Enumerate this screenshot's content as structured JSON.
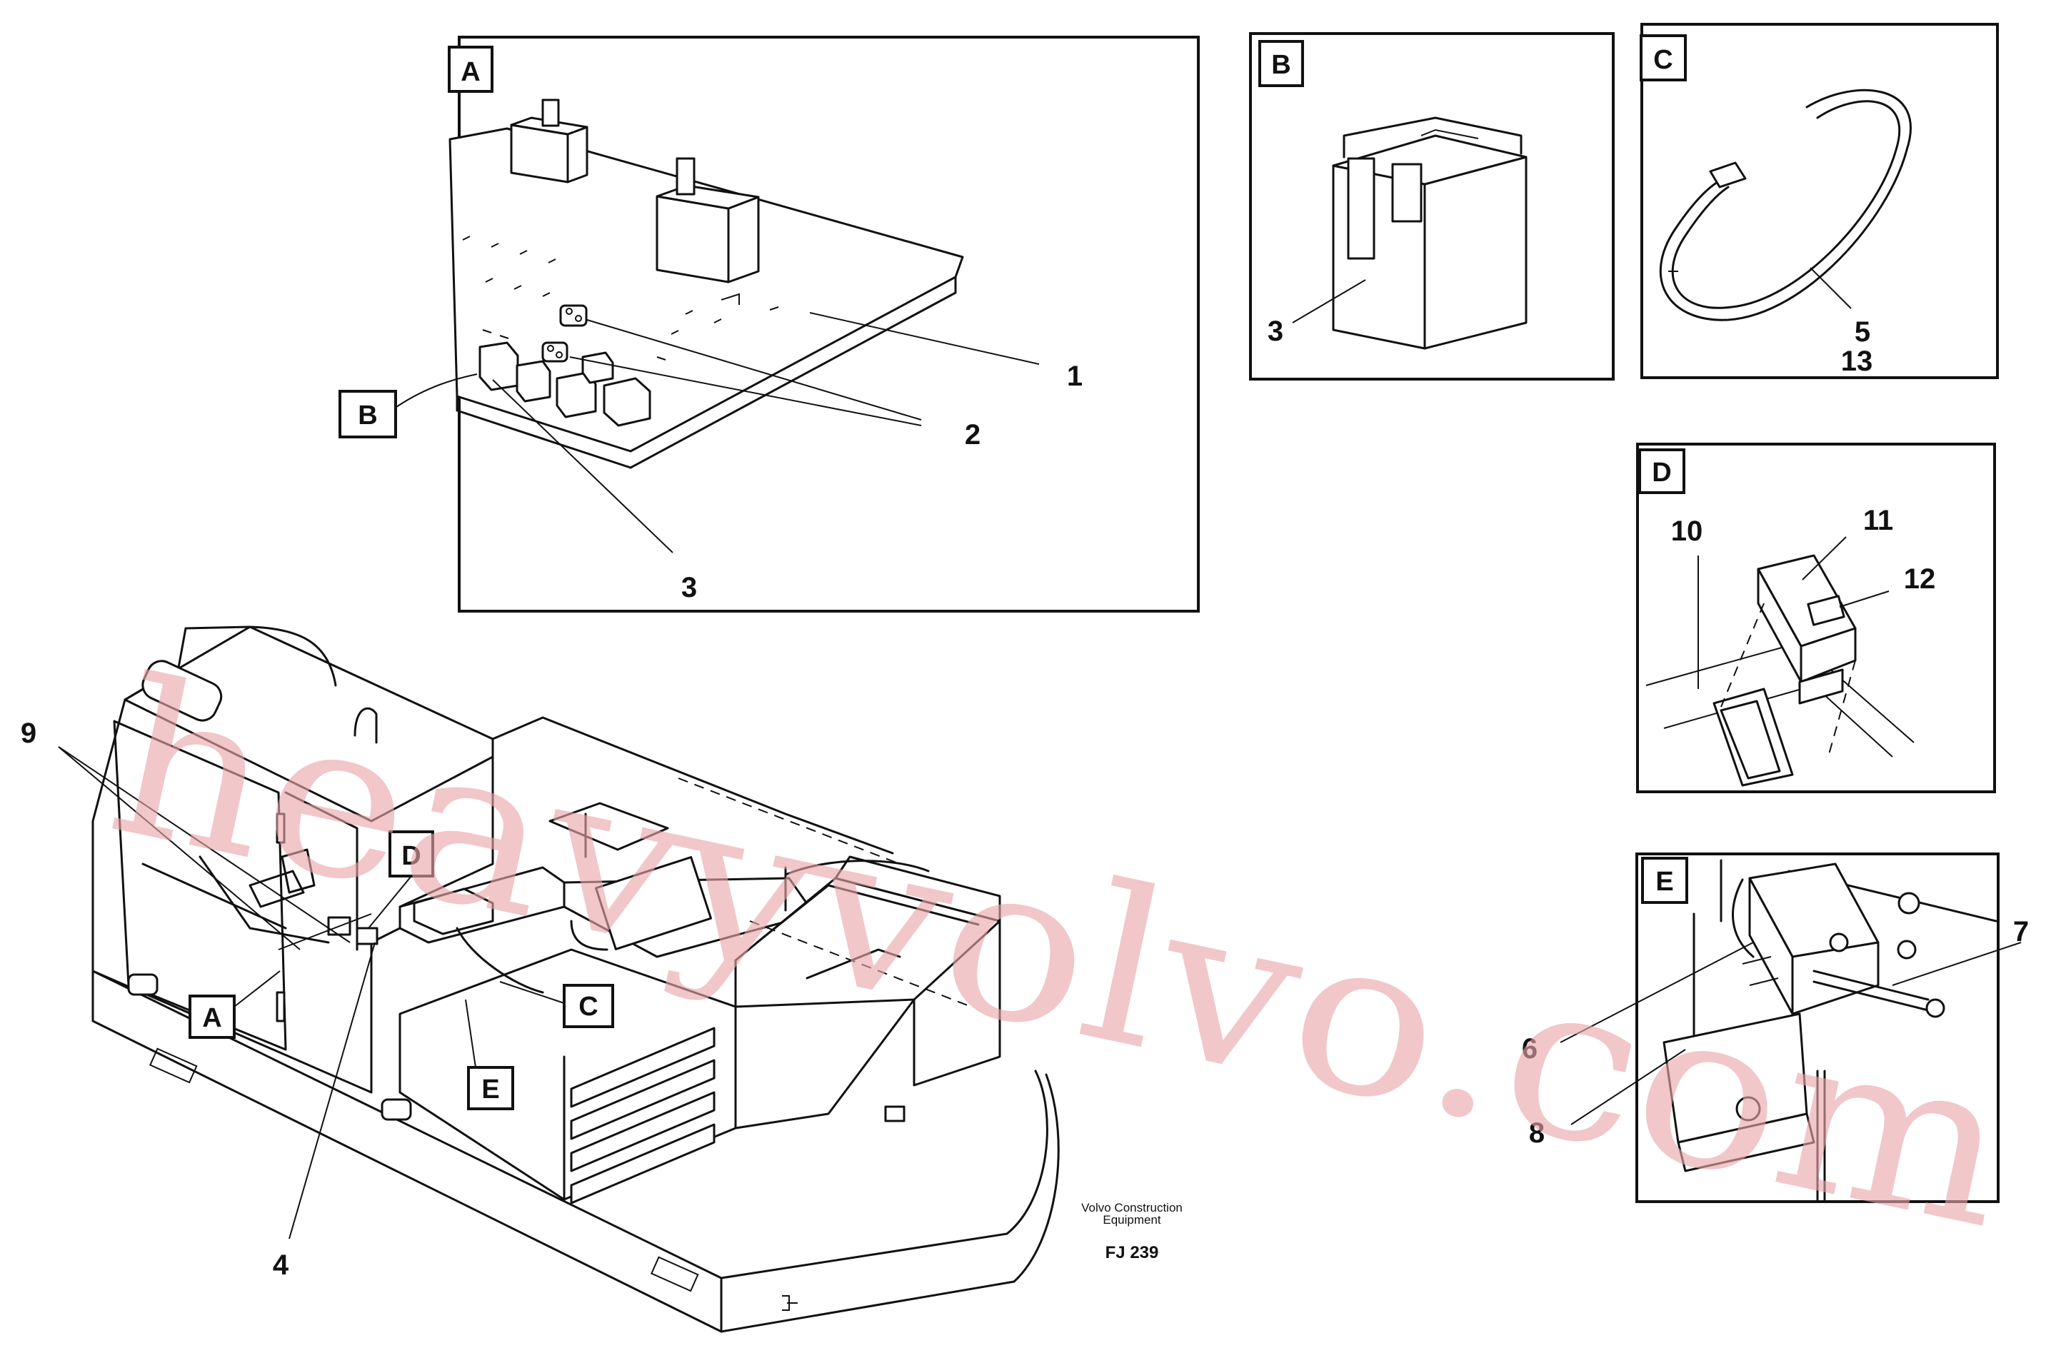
{
  "detail_frames": {
    "A": {
      "tag": "A"
    },
    "B": {
      "tag": "B"
    },
    "C": {
      "tag": "C"
    },
    "D": {
      "tag": "D"
    },
    "E": {
      "tag": "E"
    }
  },
  "callouts": {
    "one": "1",
    "two": "2",
    "three": "3",
    "four": "4",
    "five": "5",
    "six": "6",
    "seven": "7",
    "eight": "8",
    "nine": "9",
    "ten": "10",
    "eleven": "11",
    "twelve": "12",
    "thirteen": "13"
  },
  "main_view_tags": {
    "A": "A",
    "B": "B",
    "C": "C",
    "D": "D",
    "E": "E"
  },
  "footer": {
    "company_line1": "Volvo Construction",
    "company_line2": "Equipment",
    "figure_code": "FJ 239"
  },
  "watermark": "heavyvolvo.com"
}
